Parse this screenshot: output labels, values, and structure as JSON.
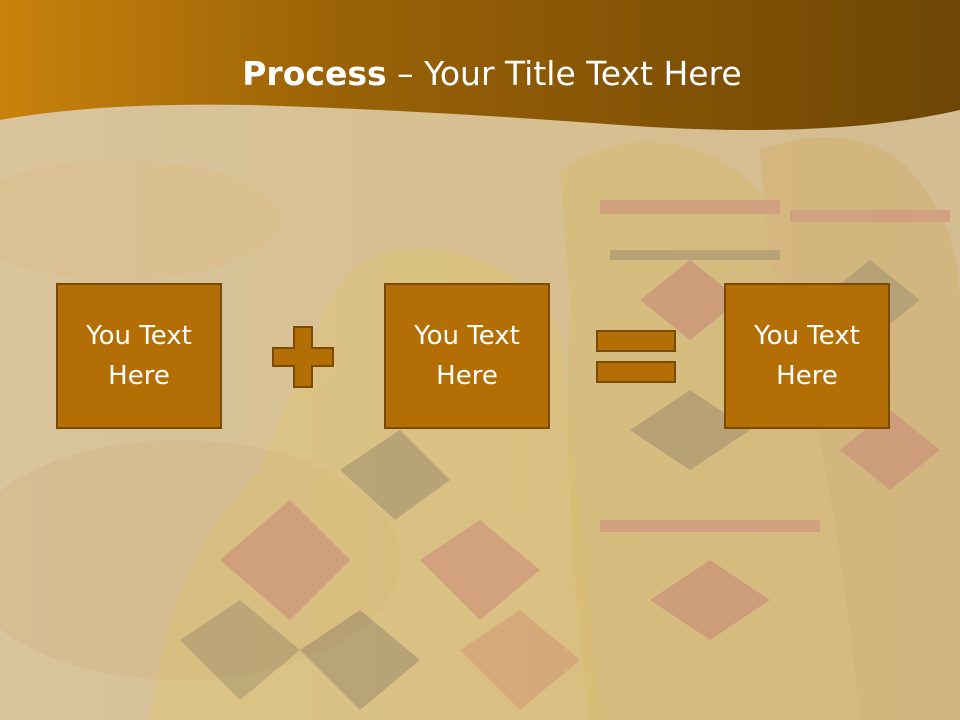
{
  "slide": {
    "title_bold": "Process",
    "title_rest": " – Your Title Text Here",
    "colors": {
      "header_dark": "#6e4605",
      "header_light": "#c88a15",
      "box_fill": "#b36f06",
      "box_border": "#7a4b04",
      "operator_fill": "#b36f06"
    }
  },
  "boxes": [
    {
      "label": "You Text Here"
    },
    {
      "label": "You Text Here"
    },
    {
      "label": "You Text Here"
    }
  ],
  "operators": [
    "plus-icon",
    "equals-icon"
  ]
}
